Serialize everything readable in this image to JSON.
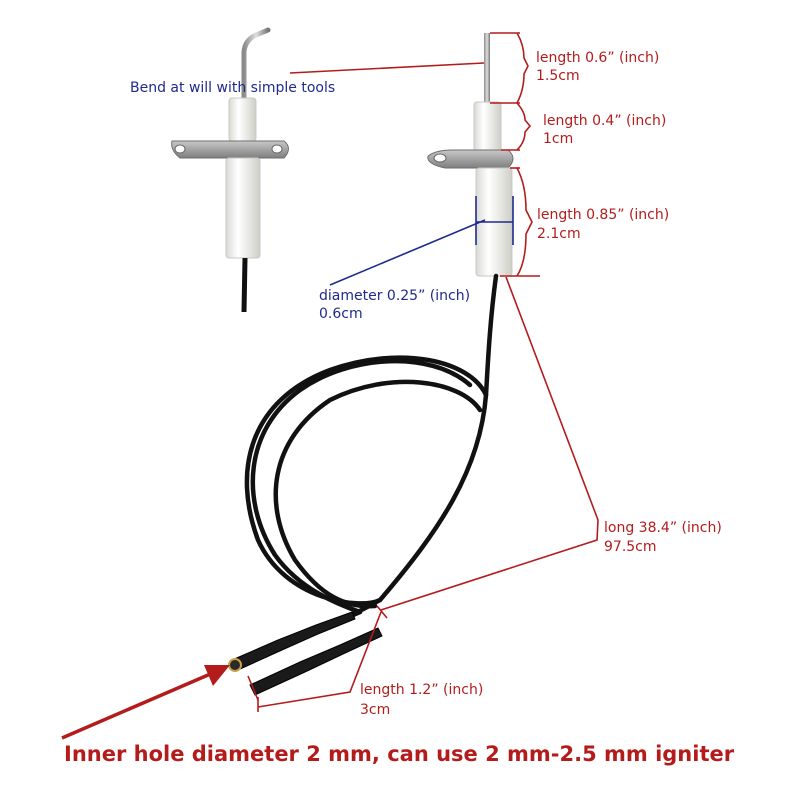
{
  "colors": {
    "annotation_red": "#b41c1c",
    "annotation_blue": "#1f2a8c",
    "wire": "#111111",
    "ceramic": "#f4f4f0",
    "metal": "#9c9c9c"
  },
  "labels": {
    "bend_note": "Bend at will with simple tools",
    "tip_length_in": "length 0.6”  (inch)",
    "tip_length_cm": "1.5cm",
    "upper_ceramic_in": "length 0.4”  (inch)",
    "upper_ceramic_cm": "1cm",
    "lower_ceramic_in": "length 0.85”  (inch)",
    "lower_ceramic_cm": "2.1cm",
    "diameter_in": "diameter 0.25”  (inch)",
    "diameter_cm": "0.6cm",
    "wire_length_in": "long 38.4”  (inch)",
    "wire_length_cm": "97.5cm",
    "connector_length_in": "length 1.2”  (inch)",
    "connector_length_cm": "3cm",
    "inner_hole_note": "Inner hole diameter 2 mm, can use 2 mm-2.5 mm igniter"
  }
}
